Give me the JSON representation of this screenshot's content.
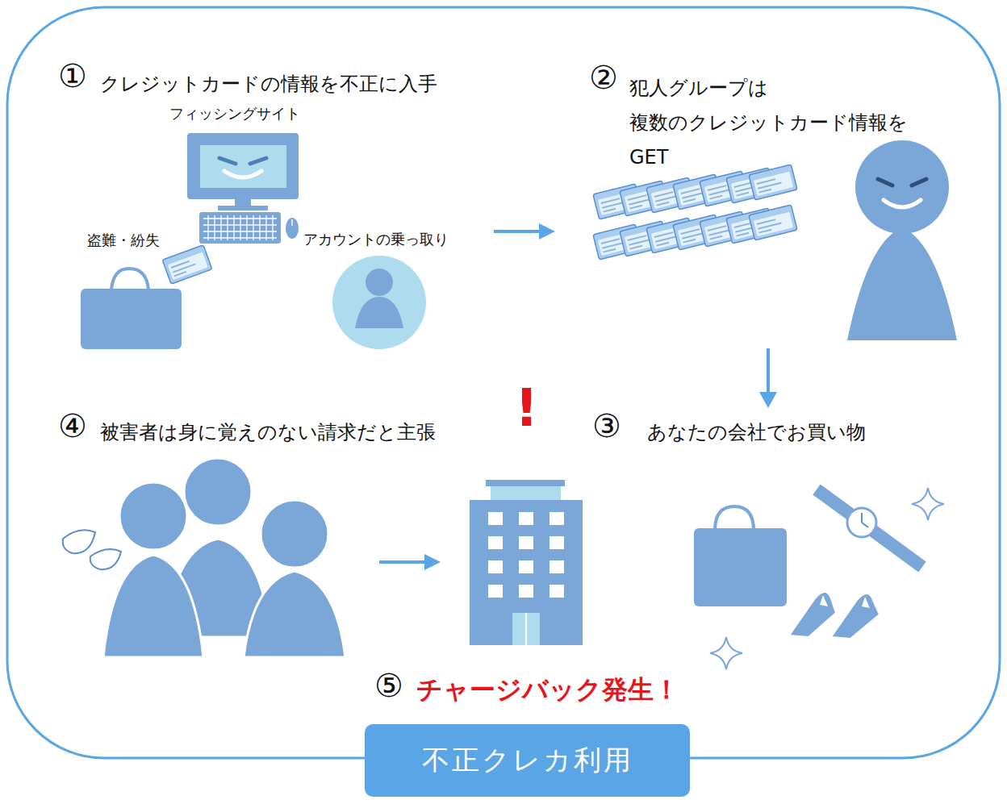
{
  "diagram": {
    "title": "不正クレカ利用",
    "labels": [
      "①",
      "クレジットカードの情報を不正に入手",
      "フィッシングサイト",
      "盗難・紛失",
      "アカウントの乗っ取り",
      "②",
      "犯人グループは 複数のクレジットカード情報を GET",
      "!",
      "④",
      "被害者は身に覚えのない請求だと主張",
      "③",
      "あなたの会社でお買い物",
      "⑤",
      "チャージバック発生！"
    ]
  }
}
